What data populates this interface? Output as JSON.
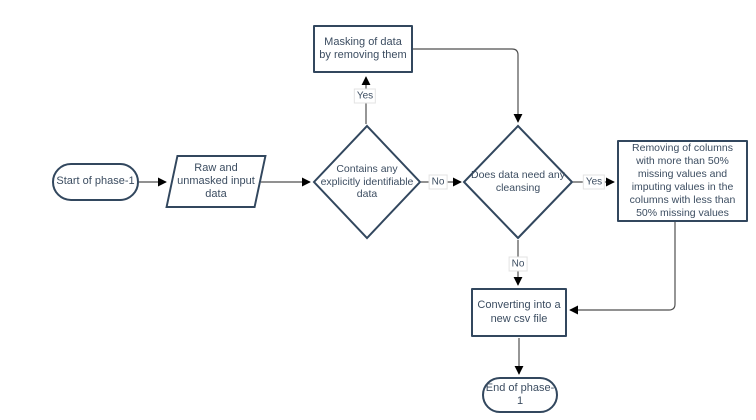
{
  "diagram": {
    "type": "flowchart",
    "phase": "phase-1",
    "colors": {
      "background": "#ffffff",
      "shape_border": "#32475e",
      "shape_fill": "#ffffff",
      "text": "#3c4d61",
      "connector_line": "#4f4f4f",
      "arrowhead": "#000000"
    },
    "nodes": {
      "start": {
        "type": "terminator",
        "label": "Start of phase-1"
      },
      "input": {
        "type": "data",
        "label": "Raw and unmasked input data"
      },
      "identifiable": {
        "type": "decision",
        "label": "Contains any explicitly identifiable data"
      },
      "masking": {
        "type": "process",
        "label": "Masking of data by removing them"
      },
      "cleansing": {
        "type": "decision",
        "label": "Does data need any cleansing"
      },
      "removing": {
        "type": "process",
        "label": "Removing of columns with more than 50% missing values and imputing values in the columns with less than 50% missing values"
      },
      "converting": {
        "type": "process",
        "label": "Converting into a new csv file"
      },
      "end": {
        "type": "terminator",
        "label": "End of phase-1"
      }
    },
    "edges": [
      {
        "from": "start",
        "to": "input",
        "label": ""
      },
      {
        "from": "input",
        "to": "identifiable",
        "label": ""
      },
      {
        "from": "identifiable",
        "to": "masking",
        "label": "Yes"
      },
      {
        "from": "identifiable",
        "to": "cleansing",
        "label": "No"
      },
      {
        "from": "masking",
        "to": "cleansing",
        "label": ""
      },
      {
        "from": "cleansing",
        "to": "removing",
        "label": "Yes"
      },
      {
        "from": "cleansing",
        "to": "converting",
        "label": "No"
      },
      {
        "from": "removing",
        "to": "converting",
        "label": ""
      },
      {
        "from": "converting",
        "to": "end",
        "label": ""
      }
    ]
  }
}
